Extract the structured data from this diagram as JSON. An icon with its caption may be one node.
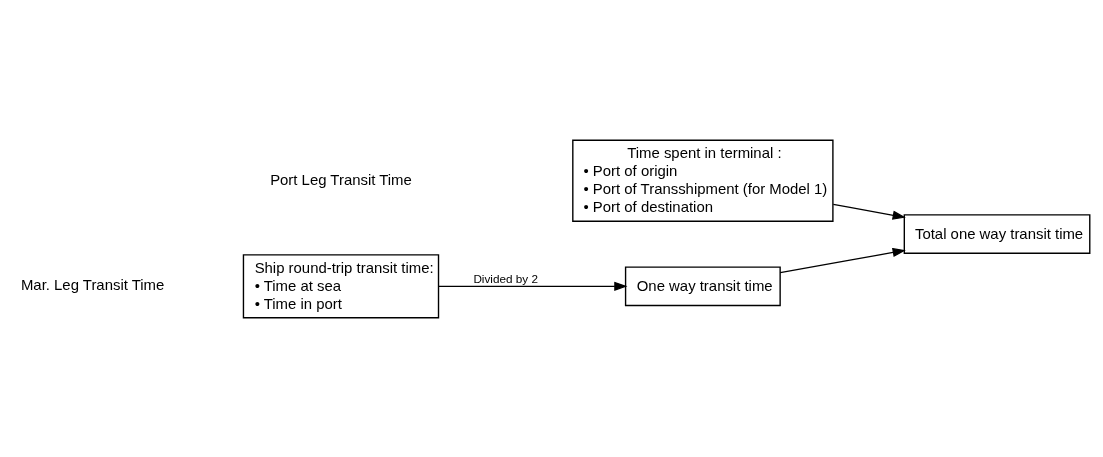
{
  "diagram": {
    "nodes": [
      {
        "text": [
          "Ship round-trip transit time:",
          "• Time at sea",
          "• Time in port"
        ]
      },
      {
        "text": [
          "One way transit time"
        ]
      },
      {
        "text": [
          "Total one way transit time"
        ]
      },
      {
        "text": [
          "Time spent in terminal :",
          "• Port of origin",
          "• Port of Transshipment (for Model 1)",
          "• Port of destination"
        ]
      }
    ],
    "edges": [
      {
        "from": 0,
        "to": 1,
        "arrow": "to",
        "label": "Divided by 2"
      },
      {
        "from": 1,
        "to": 2,
        "arrow": "to"
      },
      {
        "from": 3,
        "to": 2,
        "arrow": "to"
      }
    ],
    "labels": [
      "Mar. Leg Transit Time",
      "Port Leg Transit Time"
    ]
  }
}
